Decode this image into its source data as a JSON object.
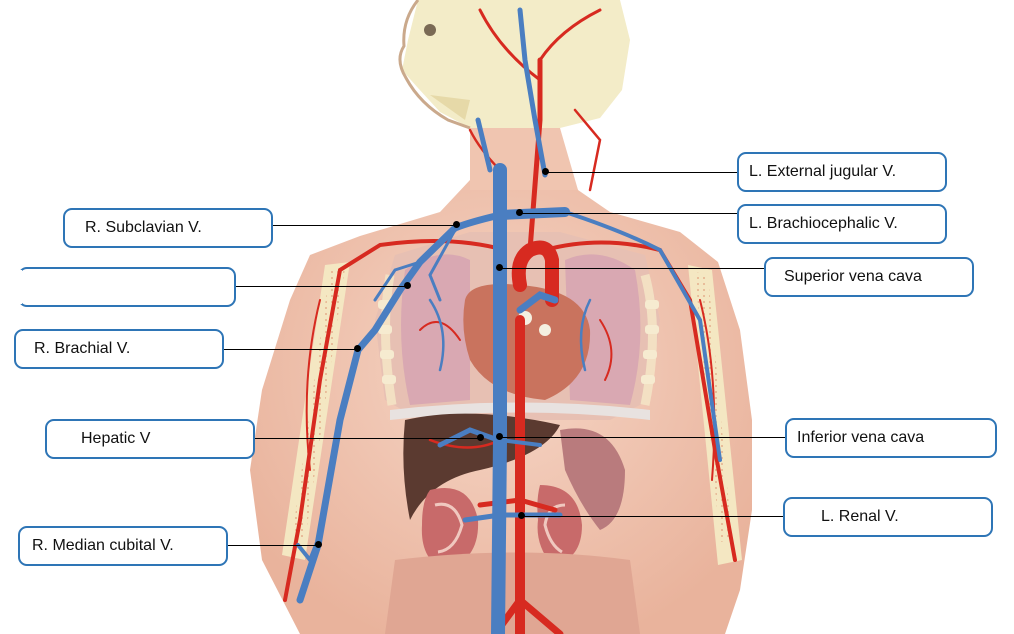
{
  "labels": {
    "r_subclavian": "R. Subclavian V.",
    "blank": "",
    "r_brachial": "R. Brachial V.",
    "hepatic": "Hepatic V",
    "r_median_cubital": "R. Median cubital V.",
    "l_external_jugular": "L. External jugular V.",
    "l_brachiocephalic": "L. Brachiocephalic V.",
    "superior_vena_cava": "Superior vena cava",
    "inferior_vena_cava": "Inferior vena cava",
    "l_renal": "L. Renal V."
  },
  "colors": {
    "vein": "#4a7ec1",
    "artery": "#d72a20",
    "skin": "#f1c8b4",
    "box_border": "#2e75b6",
    "leader": "#000000"
  }
}
